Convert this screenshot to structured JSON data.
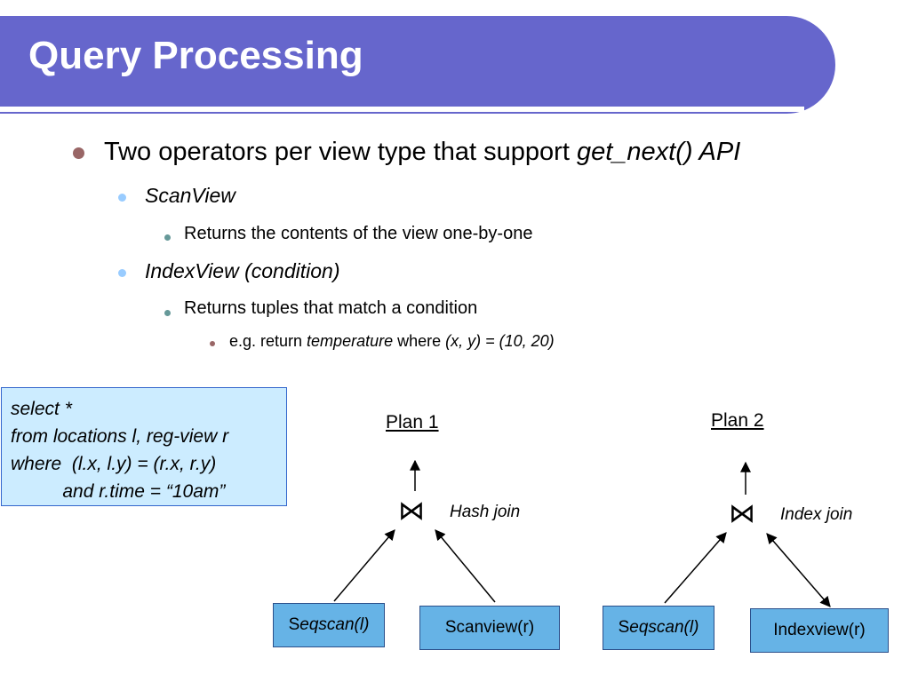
{
  "slide": {
    "title": "Query Processing",
    "bullets": {
      "b1_text": "Two operators per view type that support ",
      "b1_italic": "get_next() API",
      "b2_scanview": "ScanView",
      "b3_scanview_desc": "Returns the contents of the view one-by-one",
      "b2_indexview": "IndexView (condition)",
      "b3_indexview_desc": "Returns tuples that match a condition",
      "b4_prefix": "e.g. return ",
      "b4_italic1": "temperature",
      "b4_mid": " where ",
      "b4_italic2": "(x, y) = (10, 20)"
    }
  },
  "query": {
    "line1": "select *",
    "line2": "from locations l, reg-view r",
    "line3": "where  (l.x, l.y) = (r.x, r.y)",
    "line4": "          and r.time = “10am”"
  },
  "plan1": {
    "label": "Plan 1",
    "join_label": "Hash join",
    "join_symbol": "⋈",
    "left_prefix": "S",
    "left_italic": "eqscan(l)",
    "right_node": "Scanview(r)"
  },
  "plan2": {
    "label": "Plan 2",
    "join_label": "Index join",
    "join_symbol": "⋈",
    "left_prefix": "S",
    "left_italic": "eqscan(l)",
    "right_node": "Indexview(r)"
  },
  "colors": {
    "title_bar": "#6666cc",
    "query_box_bg": "#ccecff",
    "node_bg": "#66b3e6",
    "bullet_l1": "#996666",
    "bullet_l2": "#99ccff",
    "bullet_l3": "#669999",
    "bullet_l4": "#996666"
  }
}
